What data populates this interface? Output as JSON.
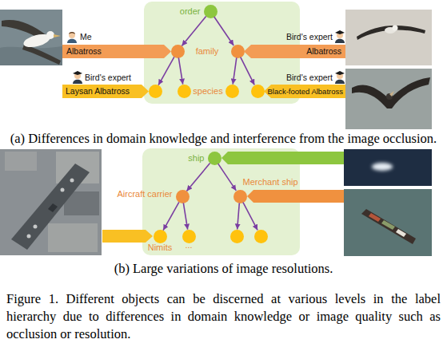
{
  "diagram": {
    "caption": "Figure 1. Different objects can be discerned at various levels in the label hierarchy due to differences in domain knowledge or image quality such as occlusion or resolution.",
    "nodes": [
      {
        "text": []
      },
      {
        "text": [
          "order"
        ],
        "in": 0
      },
      {
        "text": [],
        "in": 0
      },
      {
        "text": [],
        "in": 0
      },
      {
        "text": [],
        "in": 0
      },
      {
        "text": [],
        "in": 0
      },
      {
        "text": [],
        "in": 0
      },
      {
        "text": [],
        "in": 0
      },
      {
        "text": [
          "Me",
          "Albatross"
        ]
      },
      {
        "text": [
          "Bird's expert",
          "Albatross"
        ]
      },
      {
        "text": [
          "Bird's expert",
          "Laysan Albatross"
        ]
      },
      {
        "text": [
          "Bird's expert",
          "Black-footed Albatross"
        ]
      },
      {
        "text": []
      },
      {
        "text": [
          "ship"
        ],
        "in": 12
      },
      {
        "text": [
          "Aircraft carrier"
        ],
        "in": 12
      },
      {
        "text": [
          "Merchant ship"
        ],
        "in": 12
      },
      {
        "text": [
          "Nimits"
        ],
        "in": 12
      },
      {
        "text": [
          "..."
        ],
        "in": 12
      },
      {
        "text": [],
        "in": 12
      },
      {
        "text": [],
        "in": 12
      }
    ],
    "edges": [
      {
        "from": 1,
        "to": 2,
        "arrow": "to"
      },
      {
        "from": 1,
        "to": 3,
        "arrow": "to"
      },
      {
        "from": 2,
        "to": 4,
        "arrow": "to"
      },
      {
        "from": 2,
        "to": 5,
        "arrow": "to"
      },
      {
        "from": 3,
        "to": 6,
        "arrow": "to"
      },
      {
        "from": 3,
        "to": 7,
        "arrow": "to"
      },
      {
        "from": 13,
        "to": 14,
        "arrow": "to"
      },
      {
        "from": 13,
        "to": 15,
        "arrow": "to"
      },
      {
        "from": 14,
        "to": 16,
        "arrow": "to"
      },
      {
        "from": 14,
        "to": 17,
        "arrow": "to"
      },
      {
        "from": 15,
        "to": 18,
        "arrow": "to"
      },
      {
        "from": 15,
        "to": 19,
        "arrow": "to"
      }
    ],
    "labels": [
      "family",
      "species",
      "(a) Differences in domain knowledge and interference from the image occlusion.",
      "(b) Large variations of image resolutions."
    ]
  }
}
